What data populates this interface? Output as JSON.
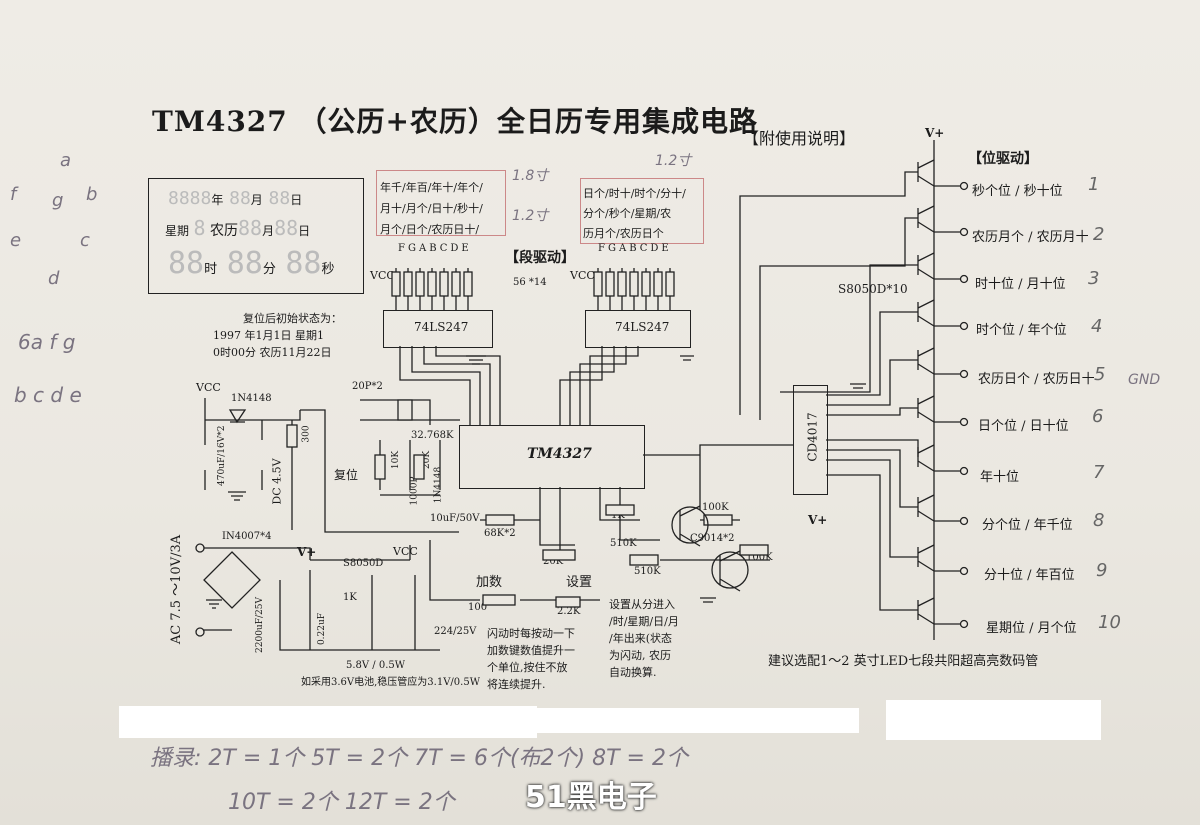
{
  "title": "TM4327 （公历+农历）全日历专用集成电路",
  "title_note": "【附使用说明】",
  "display_panel": {
    "row1": [
      "8888",
      "年",
      "88",
      "月",
      "88",
      "日"
    ],
    "row2": [
      "星期",
      "8",
      "农历",
      "88",
      "月",
      "88",
      "日"
    ],
    "row3": [
      "88",
      "时",
      "88",
      "分",
      "88",
      "秒"
    ]
  },
  "reset_note": [
    "复位后初始状态为：",
    "1997 年1月1日  星期1",
    "0时00分 农历11月22日"
  ],
  "seg_box_left": [
    "年千/年百/年十/年个/",
    "月十/月个/日十/秒十/",
    "月个/日个/农历日十/"
  ],
  "seg_box_right": [
    "日个/时十/时个/分十/",
    "分个/秒个/星期/农",
    "历月个/农历日个"
  ],
  "seg_drive_label": "【段驱动】",
  "seg_drive_note": "56 *14",
  "pos_drive_label": "【位驱动】",
  "segment_letters": [
    "F",
    "G",
    "A",
    "B",
    "C",
    "D",
    "E"
  ],
  "chips": {
    "left_247": "74LS247",
    "right_247": "74LS247",
    "main": "TM4327",
    "counter": "CD4017"
  },
  "transistor_note": "S8050D*10",
  "vplus": "V+",
  "vcc": "VCC",
  "position_outputs": [
    "秒个位 / 秒十位",
    "农历月个 / 农历月十",
    "时十位 / 月十位",
    "时个位 / 年个位",
    "农历日个 / 农历日十",
    "日个位 / 日十位",
    "年十位",
    "分个位 / 年千位",
    "分十位 / 年百位",
    "星期位 / 月个位"
  ],
  "position_numbers": [
    "1",
    "2",
    "3",
    "4",
    "5",
    "6",
    "7",
    "8",
    "9",
    "10"
  ],
  "components": {
    "d1": "1N4148",
    "c_470": "470uF/16V*2",
    "r_300": "300",
    "dc": "DC 4.5V",
    "c_20p": "20P*2",
    "xtal": "32.768K",
    "reset": "复位",
    "r_10k": "10K",
    "r_20k": "20K",
    "c_1000p": "1000P",
    "d2": "1N4148",
    "c_10u": "10uF/50V",
    "r_68k": "68K*2",
    "r_20k_b": "20K",
    "r_1k": "1K",
    "r_510k": "510K",
    "r_100k": "100K",
    "q_c9014": "C9014*2",
    "r_510k_b": "510K",
    "r_100k_b": "100K",
    "r_100": "100",
    "r_2k2": "2.2K",
    "add": "加数",
    "set": "设置",
    "bridge": "IN4007*4",
    "ac": "AC 7.5 ～10V/3A",
    "q_8050": "S8050D",
    "r_1k_b": "1K",
    "c_2200": "2200uF/25V",
    "c_022": "0.22uF",
    "c_224": "224/25V",
    "zener": "5.8V / 0.5W",
    "battery_note": "如采用3.6V电池,稳压管应为3.1V/0.5W"
  },
  "add_note": [
    "闪动时每按动一下",
    "加数键数值提升一",
    "个单位,按住不放",
    "将连续提升."
  ],
  "set_note": [
    "设置从分进入",
    "/时/星期/日/月",
    "/年出来(状态",
    "为闪动, 农历",
    "自动换算."
  ],
  "suggest": "建议选配1～2 英寸LED七段共阳超高亮数码管",
  "handwriting": {
    "seg_letters": [
      "a",
      "f",
      "g",
      "b",
      "e",
      "c",
      "d"
    ],
    "order1": "6a f g",
    "order2": "b c d e",
    "size1": "1.8寸",
    "size2": "1.2寸",
    "size3": "1.2寸",
    "gnd": "GND",
    "bottom1": "播录: 2T = 1个     5T = 2个     7T = 6个(布2个)     8T = 2个",
    "bottom2": "10T = 2个          12T = 2个"
  },
  "watermark": "51黑电子"
}
